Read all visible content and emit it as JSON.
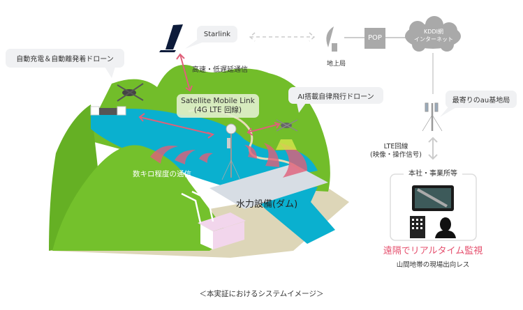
{
  "labels": {
    "starlink": "Starlink",
    "ground_station": "地上局",
    "pop": "POP",
    "cloud_line1": "KDDI網",
    "cloud_line2": "インターネット",
    "nearest_base_station": "最寄りのau基地局",
    "lte_line1": "LTE回線",
    "lte_line2": "(映像・操作信号)",
    "office_title": "本社・事業所等",
    "remote_monitoring": "遠隔でリアルタイム監視",
    "no_site_visit": "山間地帯の現場出向レス",
    "auto_drone": "自動充電＆自動離発着ドローン",
    "high_speed": "高速・低遅延通信",
    "sml_line1": "Satellite Mobile Link",
    "sml_line2": "(4G LTE 回線)",
    "ai_drone": "AI搭載自律飛行ドローン",
    "range": "数キロ程度の通信",
    "dam": "水力設備(ダム)",
    "caption": "＜本実証におけるシステムイメージ＞"
  },
  "colors": {
    "green": "#6fbb2a",
    "water": "#0ab0cf",
    "ground": "#ddd6b8",
    "signal": "#e0607a",
    "accent_red": "#e5506e",
    "network_gray": "#a9a9a9"
  }
}
